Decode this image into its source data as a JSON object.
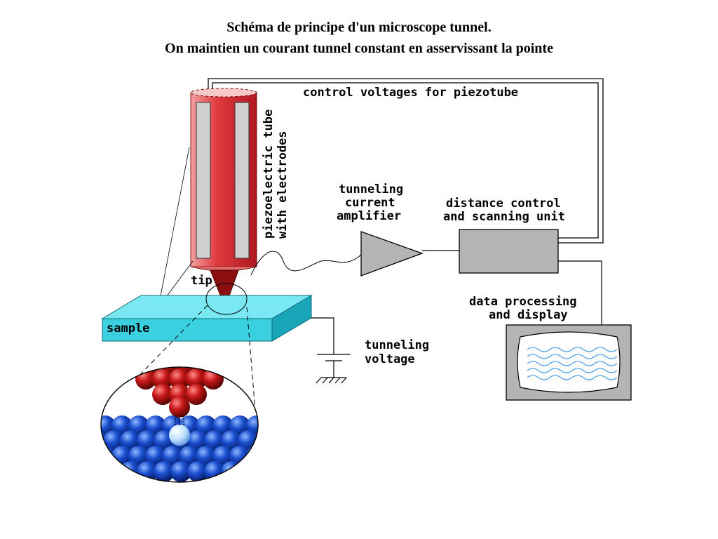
{
  "title": {
    "line1": "Schéma de principe d'un microscope tunnel.",
    "line2": "On maintien un courant tunnel constant en asservissant la pointe"
  },
  "labels": {
    "control_voltages": "control voltages for piezotube",
    "piezo_line1": "piezoelectric tube",
    "piezo_line2": "with electrodes",
    "amp_line1": "tunneling",
    "amp_line2": "current",
    "amp_line3": "amplifier",
    "dist_line1": "distance control",
    "dist_line2": "and scanning unit",
    "data_line1": "data processing",
    "data_line2": "and display",
    "tip": "tip",
    "sample": "sample",
    "volt_line1": "tunneling",
    "volt_line2": "voltage"
  },
  "colors": {
    "piezo_tube": "#e8585c",
    "tip": "#8b0f0f",
    "sample": "#3ad0e0",
    "block": "#b4b4b4",
    "red_atoms": "#c81818",
    "blue_atoms": "#1a4fd0",
    "wave": "#4aa0e8"
  }
}
